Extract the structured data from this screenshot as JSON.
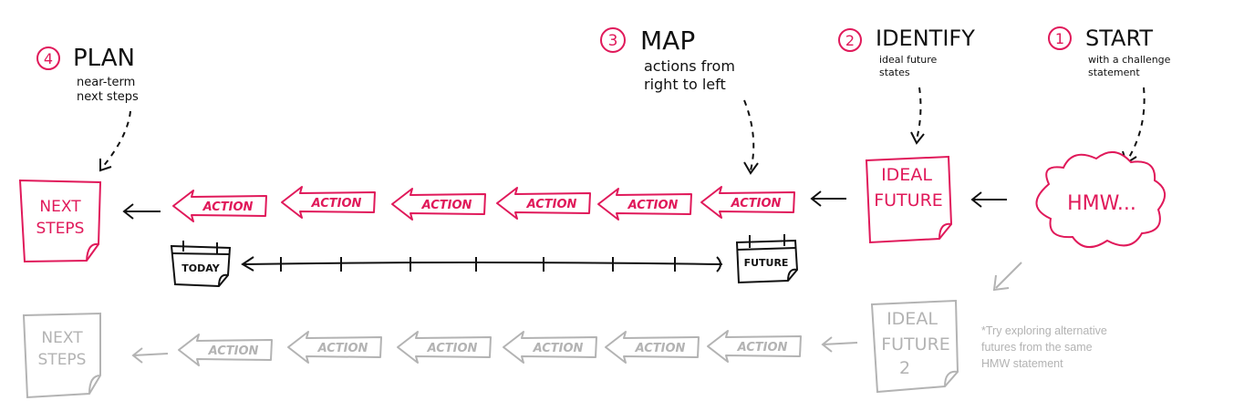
{
  "colors": {
    "accent": "#e0195a",
    "ink": "#111111",
    "muted": "#b3b3b3"
  },
  "steps": [
    {
      "number": "4",
      "title": "PLAN",
      "subtitle_lines": [
        "near-term",
        "next steps"
      ]
    },
    {
      "number": "3",
      "title": "MAP",
      "subtitle_lines": [
        "actions from",
        "right to left"
      ]
    },
    {
      "number": "2",
      "title": "IDENTIFY",
      "subtitle_lines": [
        "ideal future",
        "states"
      ]
    },
    {
      "number": "1",
      "title": "START",
      "subtitle_lines": [
        "with a challenge",
        "statement"
      ]
    }
  ],
  "primary_row": {
    "next_steps_lines": [
      "NEXT",
      "STEPS"
    ],
    "action_label": "ACTION",
    "action_count": 6,
    "ideal_future_lines": [
      "IDEAL",
      "FUTURE"
    ],
    "cloud_label": "HMW..."
  },
  "timeline": {
    "today_label": "TODAY",
    "future_label": "FUTURE"
  },
  "alt_row": {
    "next_steps_lines": [
      "NEXT",
      "STEPS"
    ],
    "action_label": "ACTION",
    "action_count": 6,
    "ideal_future_lines": [
      "IDEAL",
      "FUTURE",
      "2"
    ],
    "note_lines": [
      "*Try exploring alternative",
      "futures from the same",
      "HMW statement"
    ]
  }
}
